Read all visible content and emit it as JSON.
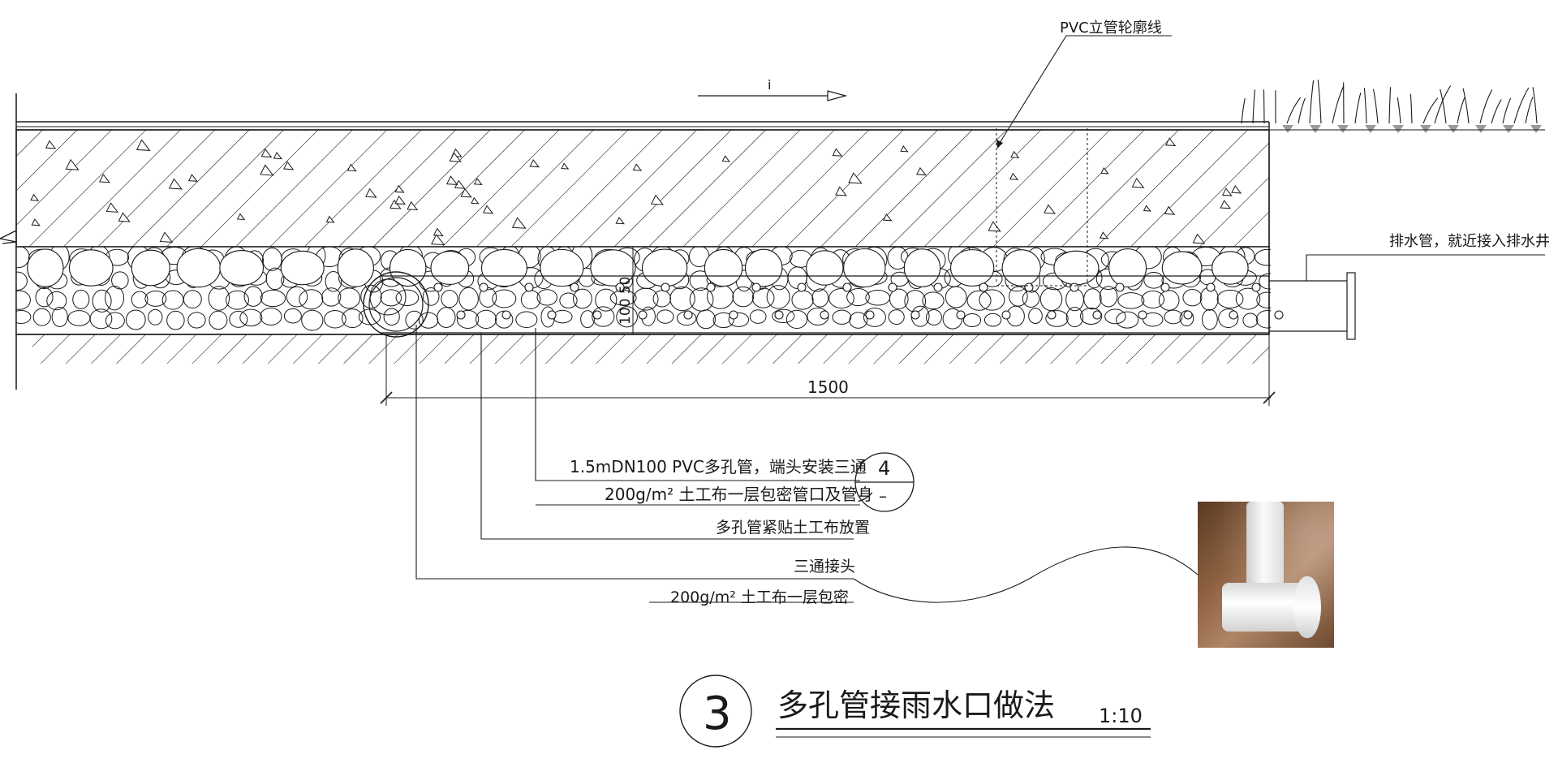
{
  "labels": {
    "flow_arrow": "i",
    "pvc_outline": "PVC立管轮廓线",
    "drain_pipe": "排水管，就近接入排水井",
    "dim_length": "1500",
    "dim_vertical": "100 50",
    "note1_line1": "1.5mDN100  PVC多孔管，端头安装三通",
    "note1_line2": "200g/m²  土工布一层包密管口及管身",
    "note2": "多孔管紧贴土工布放置",
    "note3_line1": "三通接头",
    "note3_line2": "200g/m²  土工布一层包密",
    "ref_top": "4",
    "ref_bottom": "–"
  },
  "title": {
    "number": "3",
    "text": "多孔管接雨水口做法",
    "scale": "1:10"
  },
  "photo": {
    "icon": "pvc-tee-fitting-photo"
  }
}
